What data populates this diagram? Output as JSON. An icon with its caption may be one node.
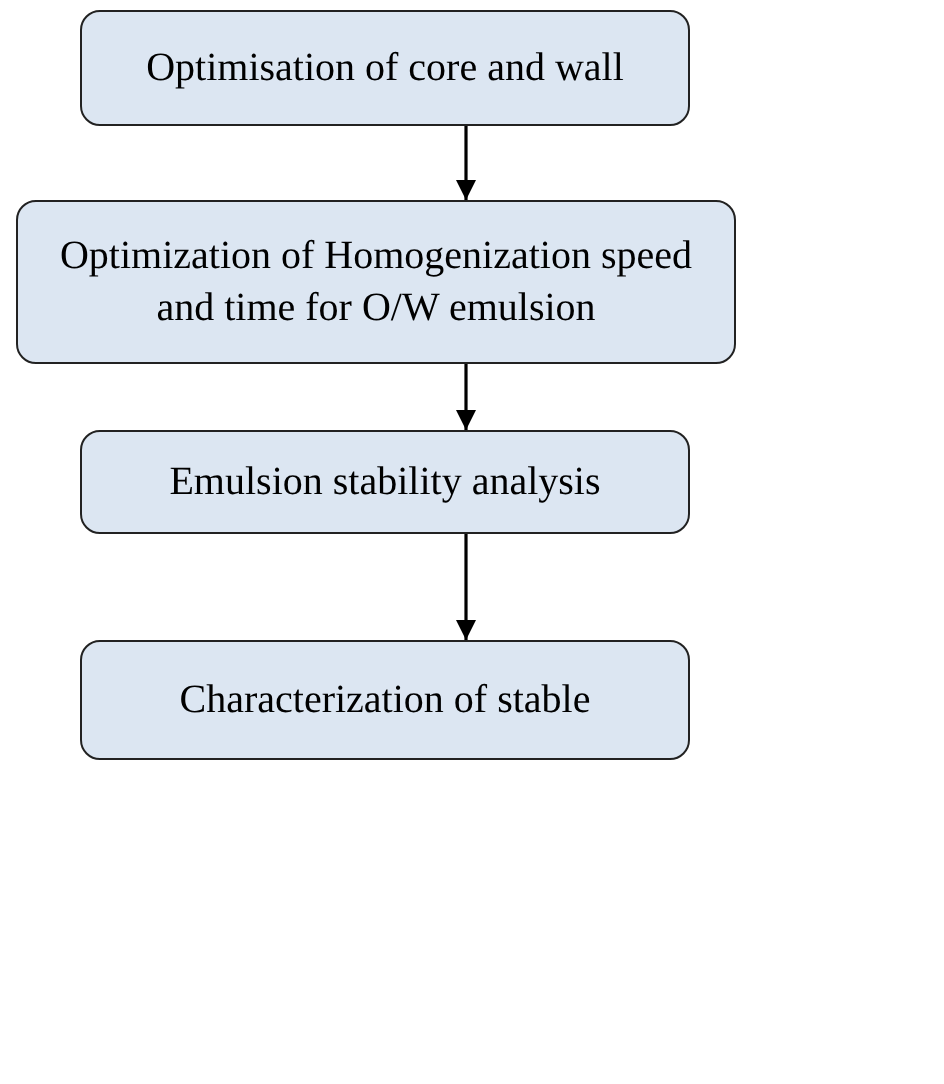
{
  "diagram": {
    "nodes": [
      {
        "text": [
          "Optimisation of core and wall"
        ]
      },
      {
        "text": [
          "Optimization of Homogenization speed and time for O/W emulsion"
        ]
      },
      {
        "text": [
          "Emulsion stability analysis"
        ]
      },
      {
        "text": [
          "Characterization of stable"
        ]
      }
    ],
    "edges": [
      {
        "from": 0,
        "to": 1,
        "arrow": "to"
      },
      {
        "from": 1,
        "to": 2,
        "arrow": "to"
      },
      {
        "from": 2,
        "to": 3,
        "arrow": "to"
      }
    ]
  }
}
